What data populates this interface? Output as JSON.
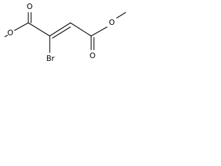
{
  "molecule": {
    "atoms": {
      "o_ester_left": "O",
      "o_carbonyl_left": "O",
      "bromine": "Br",
      "o_carbonyl_right": "O",
      "o_ester_right": "O"
    },
    "colors": {
      "bond": "#000000",
      "label": "#000000",
      "background": "#ffffff"
    }
  }
}
